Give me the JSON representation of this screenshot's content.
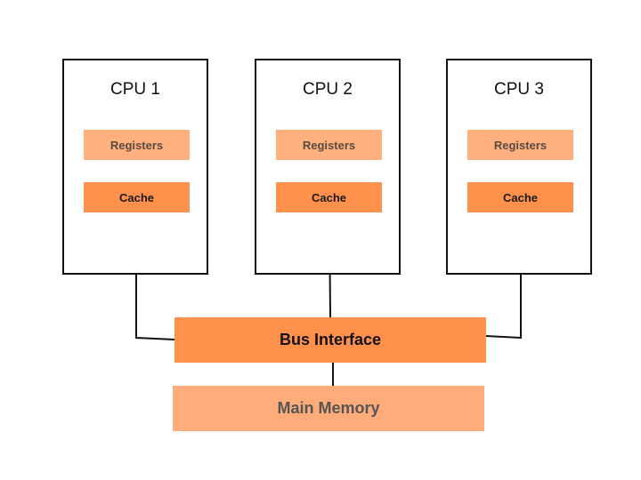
{
  "colors": {
    "registers": "#ffb07f",
    "cache": "#ff914d",
    "bus": "#ff914d",
    "memory": "#ffac7a",
    "line": "#111111"
  },
  "cpus": [
    {
      "title": "CPU 1",
      "registers": "Registers",
      "cache": "Cache"
    },
    {
      "title": "CPU 2",
      "registers": "Registers",
      "cache": "Cache"
    },
    {
      "title": "CPU 3",
      "registers": "Registers",
      "cache": "Cache"
    }
  ],
  "bus_label": "Bus Interface",
  "memory_label": "Main Memory"
}
